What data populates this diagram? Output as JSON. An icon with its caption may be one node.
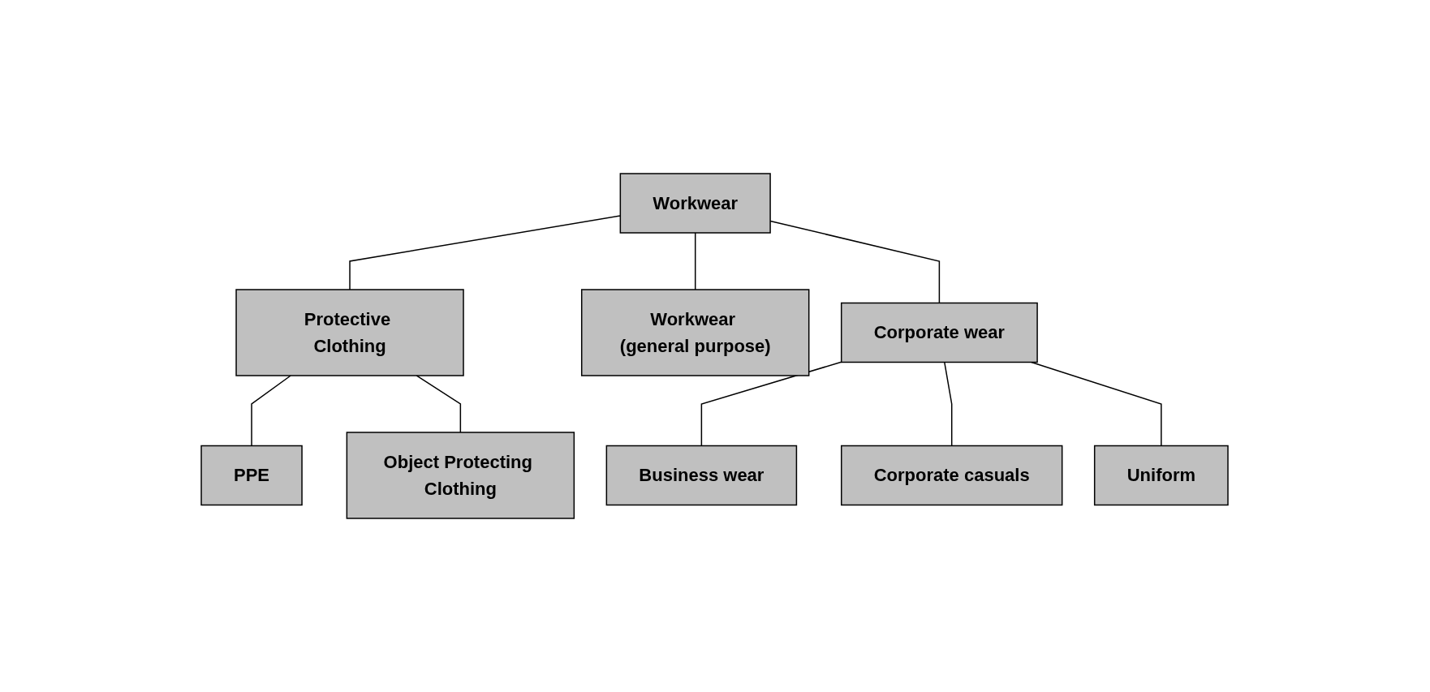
{
  "diagram": {
    "nodes": [
      {
        "text": [
          "Workwear"
        ]
      },
      {
        "text": [
          "Protective Clothing"
        ]
      },
      {
        "text": [
          "Workwear (general purpose)"
        ]
      },
      {
        "text": [
          "Corporate wear"
        ]
      },
      {
        "text": [
          "PPE"
        ]
      },
      {
        "text": [
          "Object Protecting Clothing"
        ]
      },
      {
        "text": [
          "Business wear"
        ]
      },
      {
        "text": [
          "Corporate casuals"
        ]
      },
      {
        "text": [
          "Uniform"
        ]
      }
    ],
    "edges": [
      {
        "from": 0,
        "to": 1,
        "arrow": "none"
      },
      {
        "from": 0,
        "to": 2,
        "arrow": "none"
      },
      {
        "from": 0,
        "to": 3,
        "arrow": "none"
      },
      {
        "from": 1,
        "to": 4,
        "arrow": "none"
      },
      {
        "from": 1,
        "to": 5,
        "arrow": "none"
      },
      {
        "from": 3,
        "to": 6,
        "arrow": "none"
      },
      {
        "from": 3,
        "to": 7,
        "arrow": "none"
      },
      {
        "from": 3,
        "to": 8,
        "arrow": "none"
      }
    ]
  }
}
